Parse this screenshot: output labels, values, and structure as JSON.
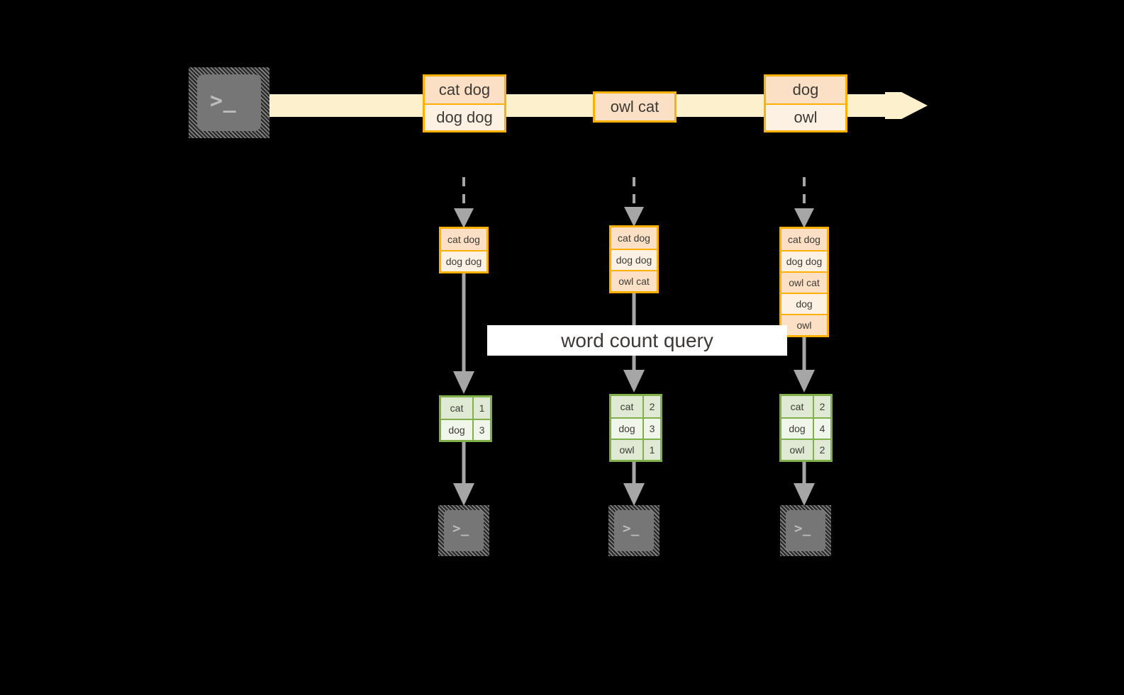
{
  "diagram": {
    "title_label": "word count query",
    "colors": {
      "background": "#000000",
      "stream_fill": "#fdf0cd",
      "box_border": "#ffb000",
      "box_fill_dark": "#fbe0c6",
      "box_fill_light": "#fdf1e4",
      "table_border": "#7fb04a",
      "table_fill_dark": "#dfe9d3",
      "table_fill_light": "#f1f6eb",
      "connector": "#a6a6a6",
      "icon_gray": "#767676",
      "label_background": "#ffffff",
      "text": "#3d3a36"
    },
    "producer": {
      "icon": "terminal-icon",
      "glyph": ">_"
    },
    "stream": {
      "direction": "left-to-right",
      "messages": [
        {
          "id": "msg-1",
          "lines": [
            "cat dog",
            "dog dog"
          ]
        },
        {
          "id": "msg-2",
          "lines": [
            "owl cat"
          ]
        },
        {
          "id": "msg-3",
          "lines": [
            "dog",
            "owl"
          ]
        }
      ]
    },
    "snapshots": [
      {
        "id": "snapshot-1",
        "table_lines": [
          "cat dog",
          "dog dog"
        ],
        "results": [
          {
            "word": "cat",
            "count": "1"
          },
          {
            "word": "dog",
            "count": "3"
          }
        ],
        "consumer": {
          "icon": "terminal-icon",
          "glyph": ">_"
        }
      },
      {
        "id": "snapshot-2",
        "table_lines": [
          "cat dog",
          "dog dog",
          "owl cat"
        ],
        "results": [
          {
            "word": "cat",
            "count": "2"
          },
          {
            "word": "dog",
            "count": "3"
          },
          {
            "word": "owl",
            "count": "1"
          }
        ],
        "consumer": {
          "icon": "terminal-icon",
          "glyph": ">_"
        }
      },
      {
        "id": "snapshot-3",
        "table_lines": [
          "cat dog",
          "dog dog",
          "owl cat",
          "dog",
          "owl"
        ],
        "results": [
          {
            "word": "cat",
            "count": "2"
          },
          {
            "word": "dog",
            "count": "4"
          },
          {
            "word": "owl",
            "count": "2"
          }
        ],
        "consumer": {
          "icon": "terminal-icon",
          "glyph": ">_"
        }
      }
    ]
  }
}
